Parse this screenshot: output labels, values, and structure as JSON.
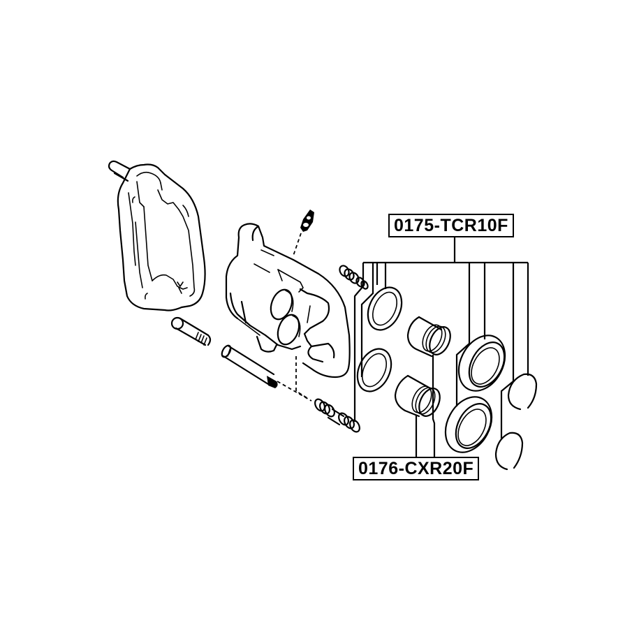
{
  "diagram": {
    "title": "Brake caliper exploded view",
    "callouts": [
      {
        "id": "caliper-repair-kit",
        "part_number": "0175-TCR10F"
      },
      {
        "id": "piston",
        "part_number": "0176-CXR20F"
      }
    ],
    "colors": {
      "line": "#000000",
      "background": "#ffffff"
    }
  }
}
